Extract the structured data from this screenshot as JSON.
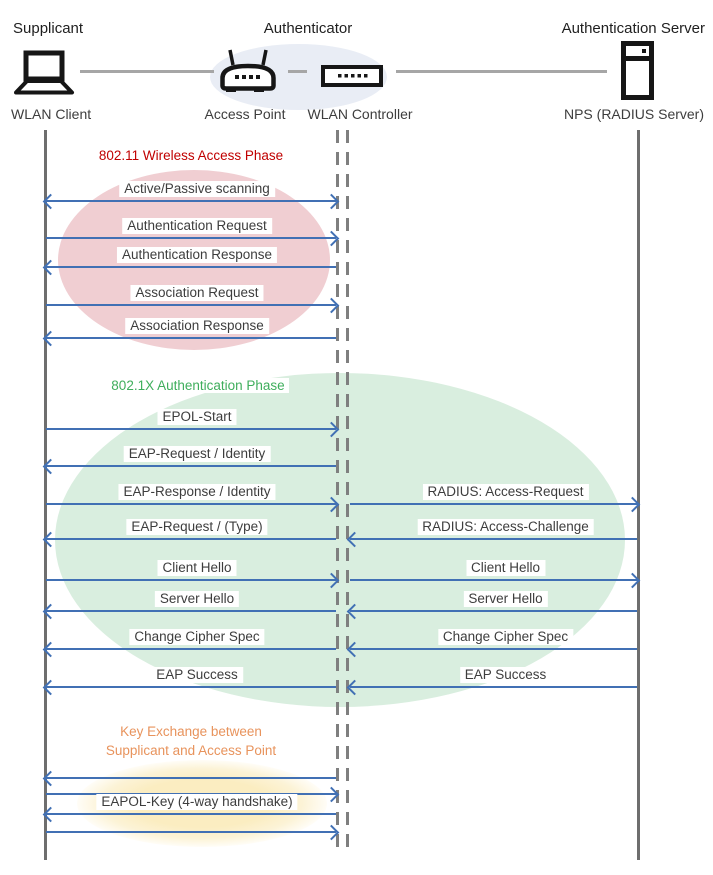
{
  "diagram": {
    "roles": [
      "Supplicant",
      "Authenticator",
      "Authentication Server"
    ],
    "node_labels": [
      "WLAN Client",
      "Access Point",
      "WLAN Controller",
      "NPS (RADIUS Server)"
    ],
    "icons": [
      "laptop-icon",
      "access-point-icon",
      "wlan-controller-icon",
      "server-icon"
    ],
    "phases": [
      {
        "title": "802.11 Wireless Access Phase",
        "title_color": "#C00000",
        "ellipse_color": "#F0CED2"
      },
      {
        "title": "802.1X Authentication Phase",
        "title_color": "#3FAE5C",
        "ellipse_color": "#D9EEDF"
      },
      {
        "line1": "Key Exchange between",
        "line2": "Supplicant and Access Point",
        "title_color": "#E8935C",
        "ellipse_color": "#FBEDC1"
      }
    ],
    "messages": [
      {
        "label": "Active/Passive scanning",
        "direction": "both",
        "span": "left"
      },
      {
        "label": "Authentication Request",
        "direction": "right",
        "span": "left"
      },
      {
        "label": "Authentication Response",
        "direction": "left",
        "span": "left"
      },
      {
        "label": "Association Request",
        "direction": "right",
        "span": "left"
      },
      {
        "label": "Association Response",
        "direction": "left",
        "span": "left"
      },
      {
        "label": "EPOL-Start",
        "direction": "right",
        "span": "left"
      },
      {
        "label": "EAP-Request / Identity",
        "direction": "left",
        "span": "left"
      },
      {
        "label": "EAP-Response / Identity",
        "direction": "right",
        "span": "left"
      },
      {
        "label": "RADIUS: Access-Request",
        "direction": "right",
        "span": "right"
      },
      {
        "label": "EAP-Request / (Type)",
        "direction": "left",
        "span": "left"
      },
      {
        "label": "RADIUS: Access-Challenge",
        "direction": "left",
        "span": "right"
      },
      {
        "label": "Client Hello",
        "direction": "right",
        "span": "left"
      },
      {
        "label": "Client Hello",
        "direction": "right",
        "span": "right"
      },
      {
        "label": "Server Hello",
        "direction": "left",
        "span": "left"
      },
      {
        "label": "Server Hello",
        "direction": "left",
        "span": "right"
      },
      {
        "label": "Change Cipher Spec",
        "direction": "left",
        "span": "left"
      },
      {
        "label": "Change Cipher Spec",
        "direction": "left",
        "span": "right"
      },
      {
        "label": "EAP Success",
        "direction": "left",
        "span": "left"
      },
      {
        "label": "EAP Success",
        "direction": "left",
        "span": "right"
      },
      {
        "label": "",
        "direction": "left",
        "span": "left"
      },
      {
        "label": "",
        "direction": "right",
        "span": "left"
      },
      {
        "label": "EAPOL-Key (4-way handshake)",
        "direction": "left",
        "span": "left"
      },
      {
        "label": "",
        "direction": "right",
        "span": "left"
      }
    ]
  },
  "colors": {
    "arrow": "#4170B4",
    "lifeline": "#6E6E6E",
    "dashed_lifeline": "#7F7F7F",
    "connector": "#A6A6A6",
    "authenticator_ellipse": "#E9EDF5",
    "phase1_title": "#C00000",
    "phase2_title": "#3FAE5C",
    "phase3_title": "#E8935C",
    "phase1_ellipse": "#F0CED2",
    "phase2_ellipse": "#D9EEDF",
    "phase3_ellipse": "#FBEDC1"
  }
}
